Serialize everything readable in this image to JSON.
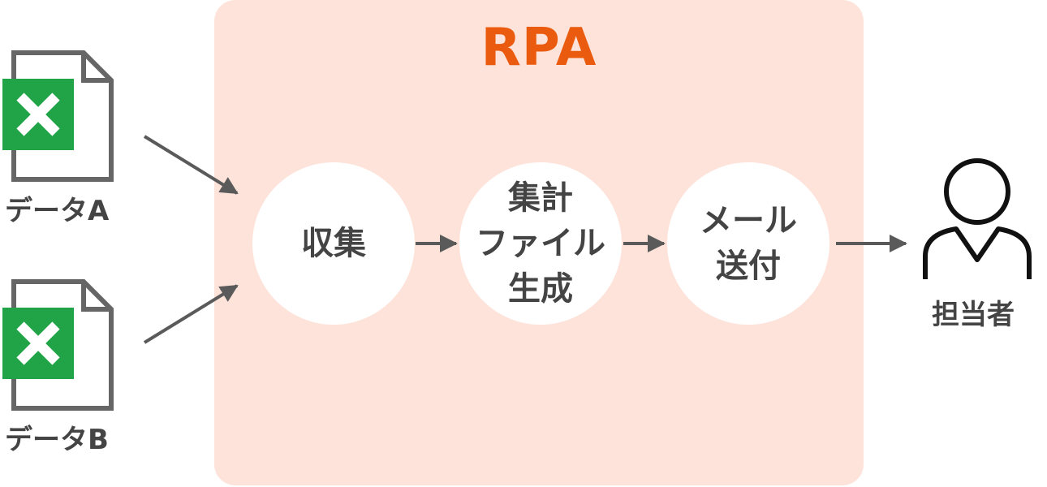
{
  "inputs": [
    {
      "label": "データA",
      "icon": "excel-file-icon"
    },
    {
      "label": "データB",
      "icon": "excel-file-icon"
    }
  ],
  "rpa": {
    "title": "RPA",
    "steps": [
      {
        "label": "収集"
      },
      {
        "label": "集計\nファイル\n生成"
      },
      {
        "label": "メール\n送付"
      }
    ]
  },
  "output": {
    "label": "担当者",
    "icon": "person-icon"
  },
  "colors": {
    "rpa_background": "#fde3d9",
    "rpa_title": "#ea5b10",
    "excel_green": "#21a447",
    "arrow": "#5a5a5a",
    "text": "#444444"
  }
}
